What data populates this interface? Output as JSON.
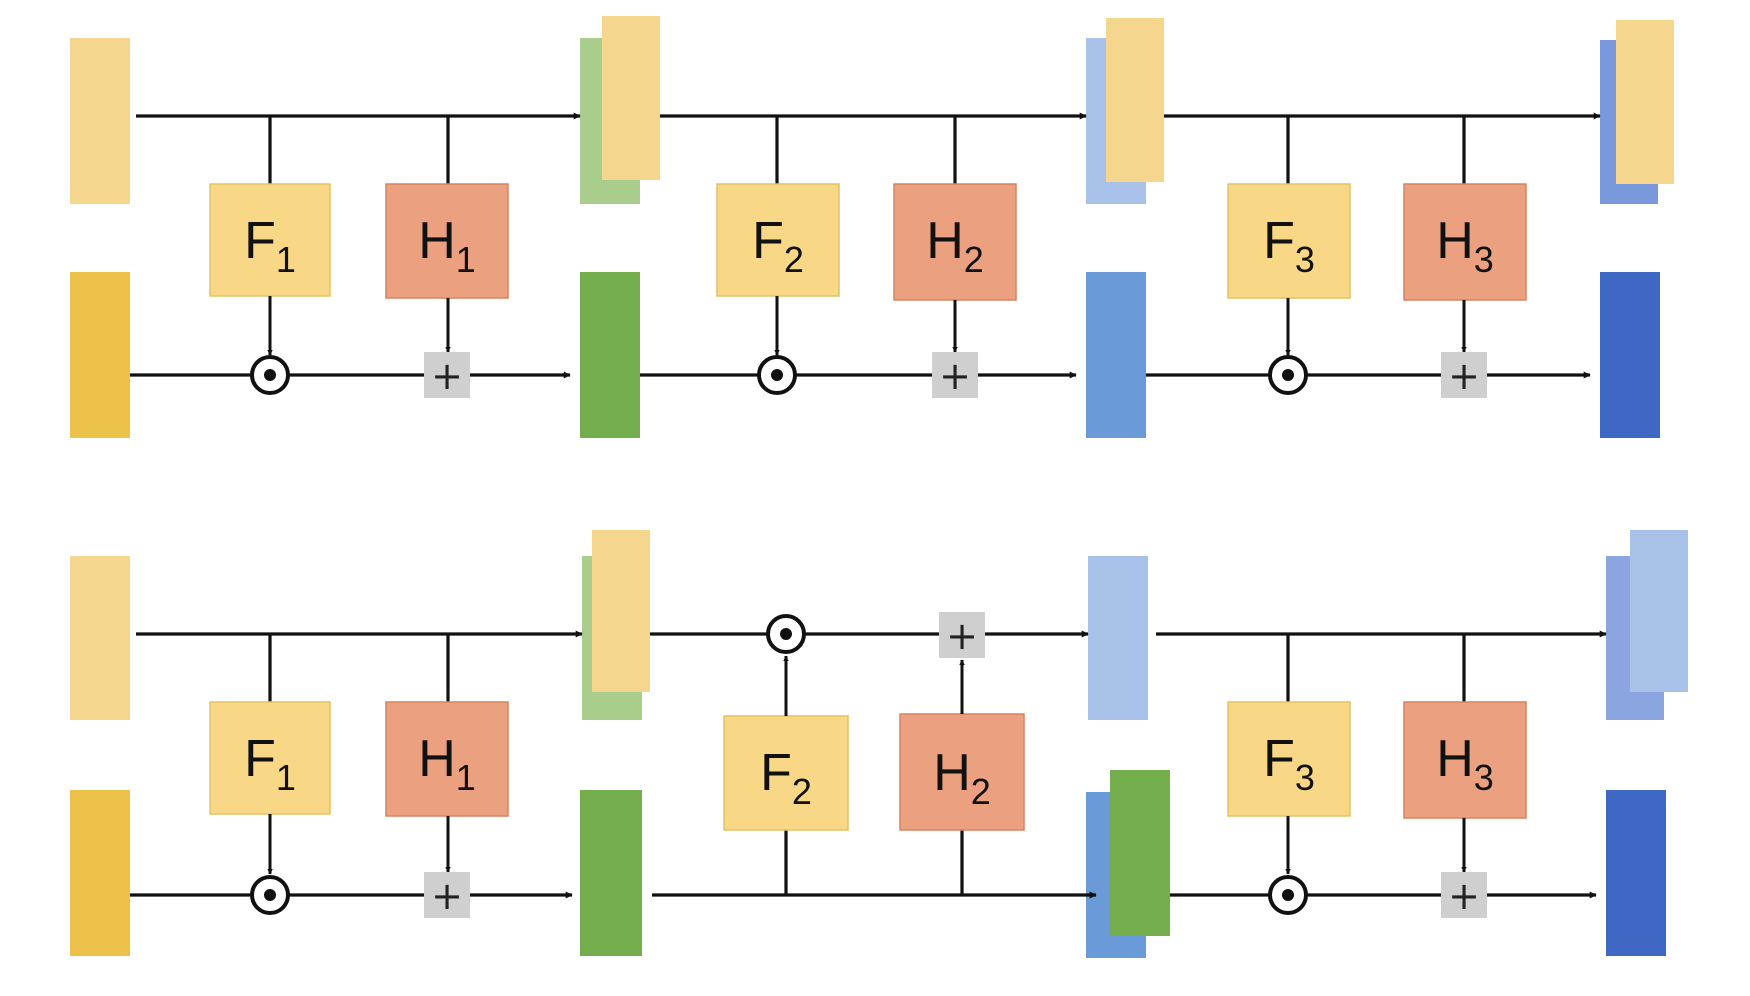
{
  "diagram": {
    "rows": [
      {
        "id": "top",
        "stages": [
          {
            "f_label": "F",
            "f_sub": "1",
            "h_label": "H",
            "h_sub": "1",
            "multiply_symbol": "⊙",
            "add_symbol": "+"
          },
          {
            "f_label": "F",
            "f_sub": "2",
            "h_label": "H",
            "h_sub": "2",
            "multiply_symbol": "⊙",
            "add_symbol": "+"
          },
          {
            "f_label": "F",
            "f_sub": "3",
            "h_label": "H",
            "h_sub": "3",
            "multiply_symbol": "⊙",
            "add_symbol": "+"
          }
        ]
      },
      {
        "id": "bottom",
        "stages": [
          {
            "f_label": "F",
            "f_sub": "1",
            "h_label": "H",
            "h_sub": "1",
            "multiply_symbol": "⊙",
            "add_symbol": "+"
          },
          {
            "f_label": "F",
            "f_sub": "2",
            "h_label": "H",
            "h_sub": "2",
            "multiply_symbol": "⊙",
            "add_symbol": "+"
          },
          {
            "f_label": "F",
            "f_sub": "3",
            "h_label": "H",
            "h_sub": "3",
            "multiply_symbol": "⊙",
            "add_symbol": "+"
          }
        ]
      }
    ],
    "colors": {
      "f_box": "#F8D887",
      "h_box": "#EBA080",
      "yellow_light": "#F5D68E",
      "yellow_dark": "#ECC24B",
      "green_light": "#A9CE8C",
      "green_dark": "#74AD4C",
      "blue_light": "#A8C1E9",
      "blue_mid": "#6A9AD8",
      "blue_dark": "#3F68C4",
      "add_box": "#CFCFCF",
      "line": "#111111"
    }
  }
}
